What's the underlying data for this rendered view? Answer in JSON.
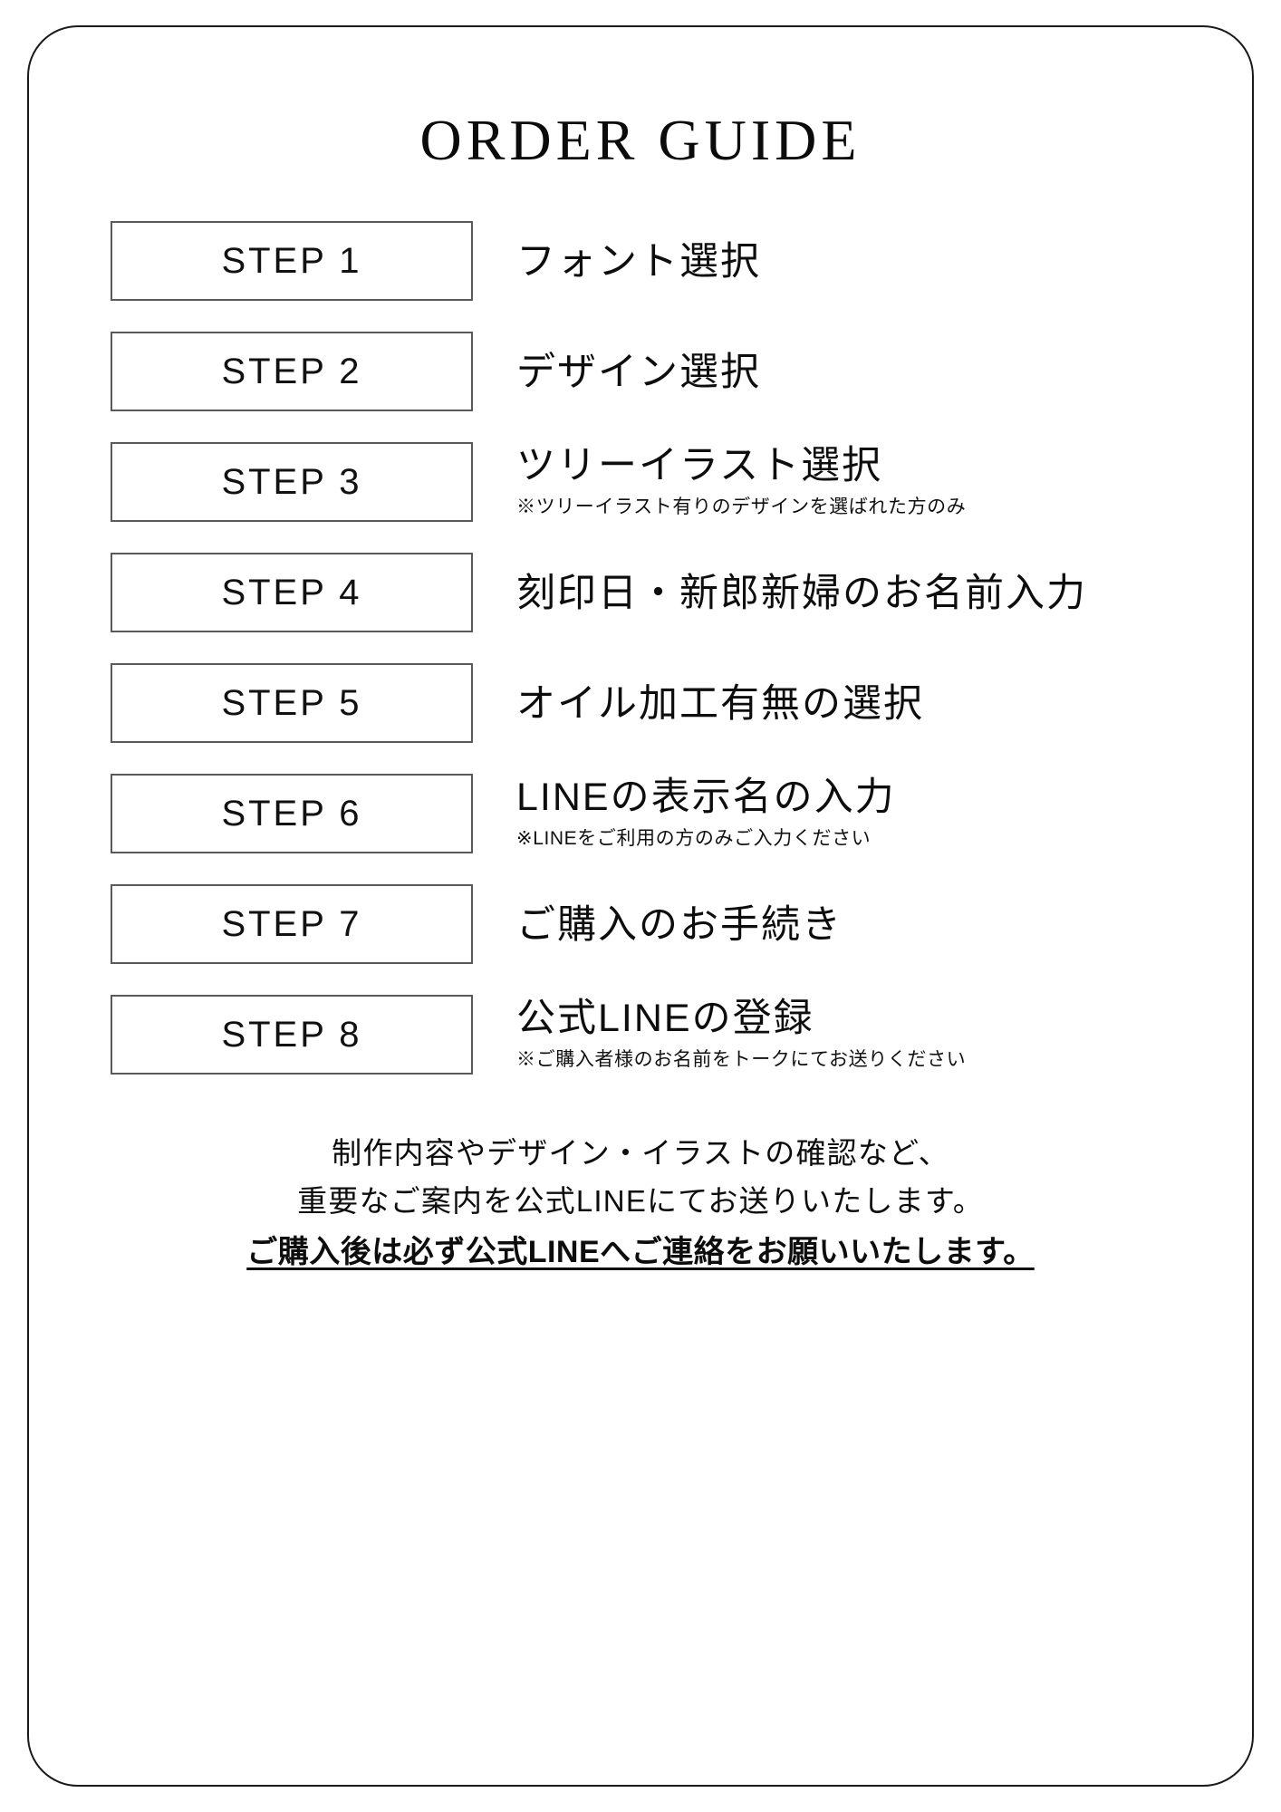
{
  "page": {
    "title": "ORDER GUIDE",
    "background_color": "#ffffff",
    "border_color": "#1a1a1a",
    "box_border_color": "#5a5a5a",
    "text_color": "#0d0d0d"
  },
  "steps": [
    {
      "box_label": "STEP 1",
      "description": "フォント選択",
      "note": ""
    },
    {
      "box_label": "STEP 2",
      "description": "デザイン選択",
      "note": ""
    },
    {
      "box_label": "STEP 3",
      "description": "ツリーイラスト選択",
      "note": "※ツリーイラスト有りのデザインを選ばれた方のみ"
    },
    {
      "box_label": "STEP 4",
      "description": "刻印日・新郎新婦のお名前入力",
      "note": ""
    },
    {
      "box_label": "STEP 5",
      "description": "オイル加工有無の選択",
      "note": ""
    },
    {
      "box_label": "STEP 6",
      "description": "LINEの表示名の入力",
      "note": "※LINEをご利用の方のみご入力ください"
    },
    {
      "box_label": "STEP 7",
      "description": "ご購入のお手続き",
      "note": ""
    },
    {
      "box_label": "STEP 8",
      "description": "公式LINEの登録",
      "note": "※ご購入者様のお名前をトークにてお送りください"
    }
  ],
  "footer": {
    "line1": "制作内容やデザイン・イラストの確認など、",
    "line2": "重要なご案内を公式LINEにてお送りいたします。",
    "line3": "ご購入後は必ず公式LINEへご連絡をお願いいたします。"
  }
}
